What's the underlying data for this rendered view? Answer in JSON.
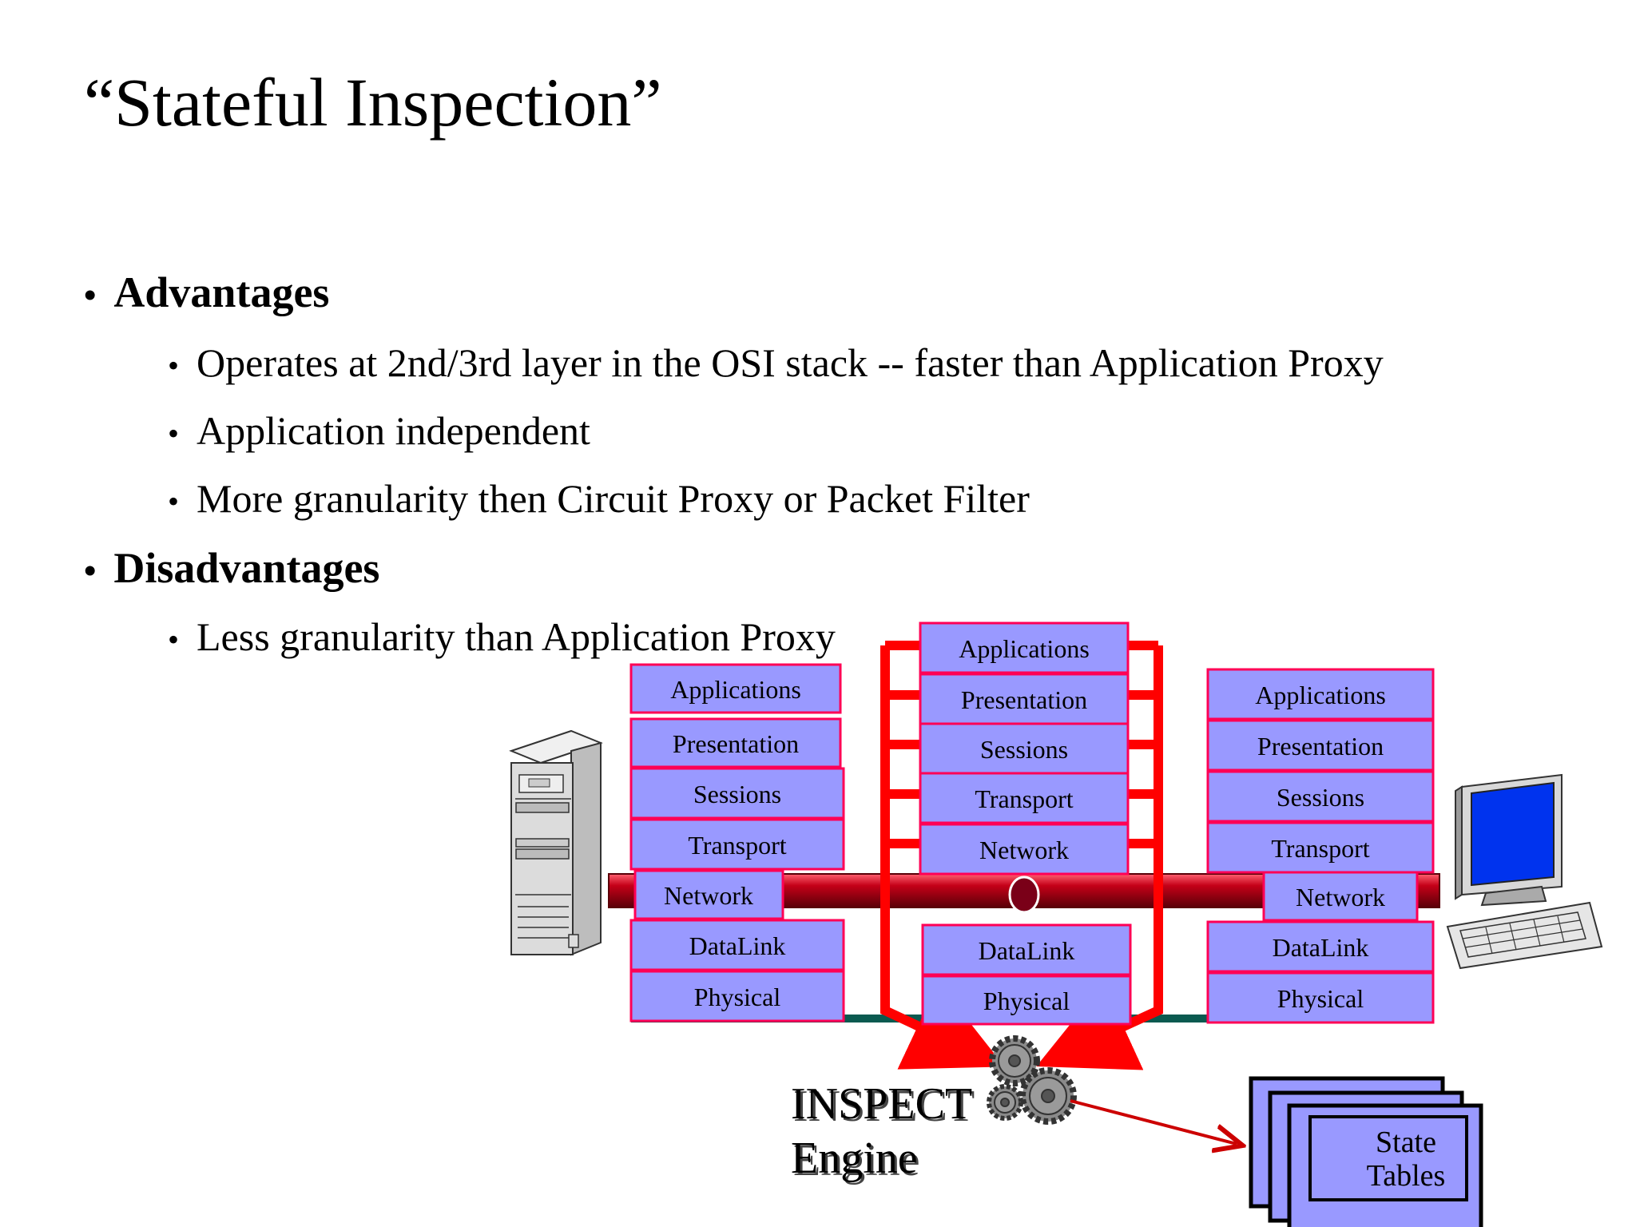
{
  "title": "“Stateful Inspection”",
  "bullets": {
    "advantages": {
      "label": "Advantages",
      "items": [
        "Operates at 2nd/3rd layer in the OSI stack -- faster than Application Proxy",
        "Application independent",
        "More granularity then Circuit Proxy or Packet Filter"
      ]
    },
    "disadvantages": {
      "label": "Disadvantages",
      "items": [
        "Less granularity than Application Proxy"
      ]
    }
  },
  "diagram": {
    "left_stack": [
      "Applications",
      "Presentation",
      "Sessions",
      "Transport",
      "Network",
      "DataLink",
      "Physical"
    ],
    "middle_stack": [
      "Applications",
      "Presentation",
      "Sessions",
      "Transport",
      "Network",
      "DataLink",
      "Physical"
    ],
    "right_stack": [
      "Applications",
      "Presentation",
      "Sessions",
      "Transport",
      "Network",
      "DataLink",
      "Physical"
    ],
    "engine_label": [
      "INSPECT",
      "Engine"
    ],
    "state_tables_label": [
      "State",
      "Tables"
    ],
    "colors": {
      "layer_fill": "#9999ff",
      "layer_border": "#ff0055",
      "pipe": "#aa0010",
      "arrow": "#ff0000"
    }
  }
}
